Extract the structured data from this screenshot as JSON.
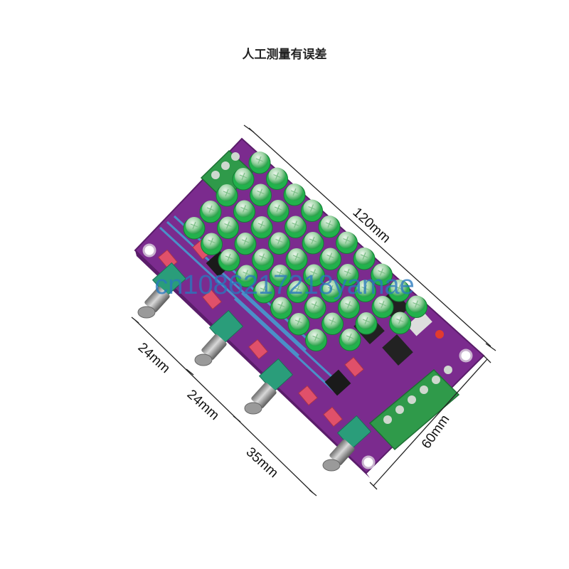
{
  "caption": "人工测量有误差",
  "watermark": "cn1086217218yamae",
  "dimensions": {
    "length": "120mm",
    "width": "60mm",
    "spacing_1": "24mm",
    "spacing_2": "24mm",
    "spacing_3": "35mm"
  },
  "colors": {
    "board": "#7a2a8c",
    "capacitor": "#22b14c",
    "terminal": "#2f9a4a",
    "knob": "#8a8a8a",
    "pot_body": "#2a9d7a",
    "relay_red": "#e0506a"
  }
}
